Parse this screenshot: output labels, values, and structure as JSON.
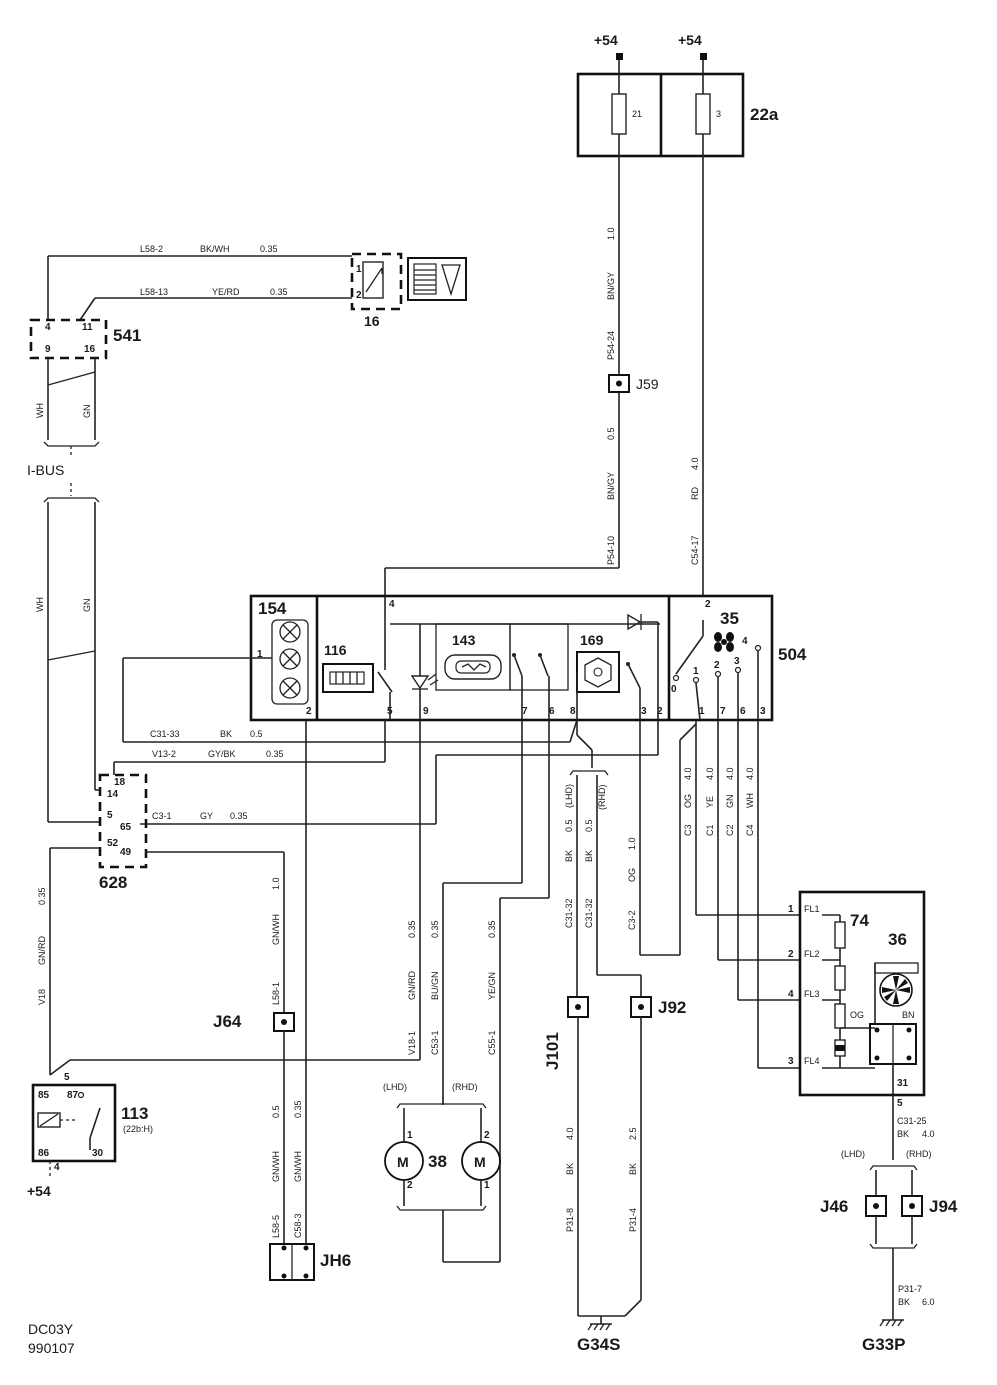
{
  "supply": {
    "left": "+54",
    "right": "+54",
    "relay_supply": "+54"
  },
  "fuse_box": {
    "id": "22a",
    "fuse_left": "21",
    "fuse_right": "3"
  },
  "components": {
    "c16": "16",
    "c541": "541",
    "c628": "628",
    "c504": "504",
    "c154": "154",
    "c116": "116",
    "c143": "143",
    "c169": "169",
    "c35": "35",
    "c74": "74",
    "c36": "36",
    "c113": "113",
    "c113_sub": "(22b:H)",
    "c38": "38"
  },
  "bus_label": "I-BUS",
  "junctions": {
    "j59": "J59",
    "j64": "J64",
    "j101": "J101",
    "j92": "J92",
    "jh6": "JH6",
    "j46": "J46",
    "j94": "J94"
  },
  "grounds": {
    "g34s": "G34S",
    "g33p": "G33P"
  },
  "wires": {
    "l58_2": "L58-2",
    "l58_2_col": "BK/WH",
    "l58_2_size": "0.35",
    "l58_13": "L58-13",
    "l58_13_col": "YE/RD",
    "l58_13_size": "0.35",
    "wh": "WH",
    "gn": "GN",
    "bngy_size": "1.0",
    "bngy": "BN/GY",
    "p54_24": "P54-24",
    "bngy2_size": "0.5",
    "bngy2": "BN/GY",
    "p54_10": "P54-10",
    "rd_size": "4.0",
    "rd": "RD",
    "c54_17": "C54-17",
    "c31_33": "C31-33",
    "c31_33_col": "BK",
    "c31_33_size": "0.5",
    "v13_2": "V13-2",
    "v13_2_col": "GY/BK",
    "v13_2_size": "0.35",
    "c3_1": "C3-1",
    "c3_1_col": "GY",
    "c3_1_size": "0.35",
    "v18_size": "0.35",
    "v18_col": "GN/RD",
    "v18": "V18",
    "gnwh_size": "1.0",
    "gnwh": "GN/WH",
    "l58_1": "L58-1",
    "v18_1_size": "0.35",
    "v18_1_col": "GN/RD",
    "v18_1": "V18-1",
    "c53_1_size": "0.35",
    "c53_1_col": "BU/GN",
    "c53_1": "C53-1",
    "c55_1_size": "0.35",
    "c55_1_col": "YE/GN",
    "c55_1": "C55-1",
    "lhd": "(LHD)",
    "rhd": "(RHD)",
    "bk05a": "0.5",
    "bk05b": "0.5",
    "bka": "BK",
    "bkb": "BK",
    "c31_32a": "C31-32",
    "c31_32b": "C31-32",
    "og_size": "1.0",
    "og": "OG",
    "c3_2": "C3-2",
    "c3": "C3",
    "c1": "C1",
    "c2": "C2",
    "c4": "C4",
    "og4": "OG",
    "ye4": "YE",
    "gn4": "GN",
    "wh4": "WH",
    "s40a": "4.0",
    "s40b": "4.0",
    "s40c": "4.0",
    "s40d": "4.0",
    "gnwh05_size": "0.5",
    "gnwh05": "GN/WH",
    "l58_5": "L58-5",
    "gnwh035_size": "0.35",
    "gnwh035": "GN/WH",
    "c58_3": "C58-3",
    "bk40_size": "4.0",
    "bk40": "BK",
    "p31_8": "P31-8",
    "bk25_size": "2.5",
    "bk25": "BK",
    "p31_4": "P31-4",
    "c31_25": "C31-25",
    "c31_25_col": "BK",
    "c31_25_size": "4.0",
    "p31_7": "P31-7",
    "p31_7_col": "BK",
    "p31_7_size": "6.0",
    "fl1": "FL1",
    "fl2": "FL2",
    "fl3": "FL3",
    "fl4": "FL4",
    "og_fl": "OG",
    "bn_fl": "BN"
  },
  "pins": {
    "p541_4": "4",
    "p541_11": "11",
    "p541_9": "9",
    "p541_16": "16",
    "p16_1": "1",
    "p16_2": "2",
    "p628_18": "18",
    "p628_14": "14",
    "p628_5": "5",
    "p628_65": "65",
    "p628_52": "52",
    "p628_49": "49",
    "p154_1": "1",
    "p154_2": "2",
    "p504_4": "4",
    "p504_5": "5",
    "p504_9": "9",
    "p504_7": "7",
    "p504_6": "6",
    "p504_8": "8",
    "p504_3": "3",
    "p504_2b": "2",
    "p504_2": "2",
    "p504_1": "1",
    "p504_7b": "7",
    "p504_6b": "6",
    "p504_3b": "3",
    "p35_0": "0",
    "p35_1": "1",
    "p35_2": "2",
    "p35_3": "3",
    "p35_4": "4",
    "p74_1": "1",
    "p74_2": "2",
    "p74_4": "4",
    "p74_3": "3",
    "p36_31": "31",
    "p36_5": "5",
    "p113_85": "85",
    "p113_87": "87",
    "p113_86": "86",
    "p113_30": "30",
    "p113_5": "5",
    "p113_4": "4",
    "p38_1": "1",
    "p38_2": "2",
    "p38_2b": "2",
    "p38_1b": "1"
  },
  "motor": "M",
  "footer": {
    "code": "DC03Y",
    "date": "990107"
  }
}
